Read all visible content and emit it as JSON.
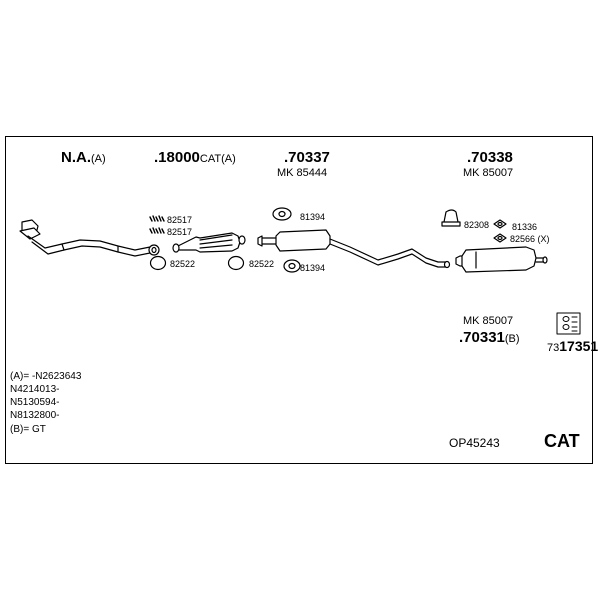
{
  "headers": {
    "na": {
      "main": "N.A.",
      "suffix": "(A)"
    },
    "cat": {
      "main": ".18000",
      "suffix": "CAT(A)"
    },
    "front_silencer": {
      "main": ".70337",
      "mk": "MK 85444"
    },
    "rear_silencer": {
      "main": ".70338",
      "mk": "MK 85007"
    }
  },
  "parts": {
    "p82517a": "82517",
    "p82517b": "82517",
    "p82522a": "82522",
    "p82522b": "82522",
    "p81394a": "81394",
    "p81394b": "81394",
    "p82308": "82308",
    "p81336": "81336",
    "p82566": "82566 (X)"
  },
  "alt_rear": {
    "mk": "MK 85007",
    "main": ".70331",
    "suffix": "(B)"
  },
  "kit_number": {
    "prefix": "73",
    "main": "17351"
  },
  "notes": [
    "(A)= -N2623643",
    "N4214013-",
    "N5130594-",
    "N8132800-",
    "(B)= GT"
  ],
  "system_code": "OP45243",
  "system_label": "CAT"
}
